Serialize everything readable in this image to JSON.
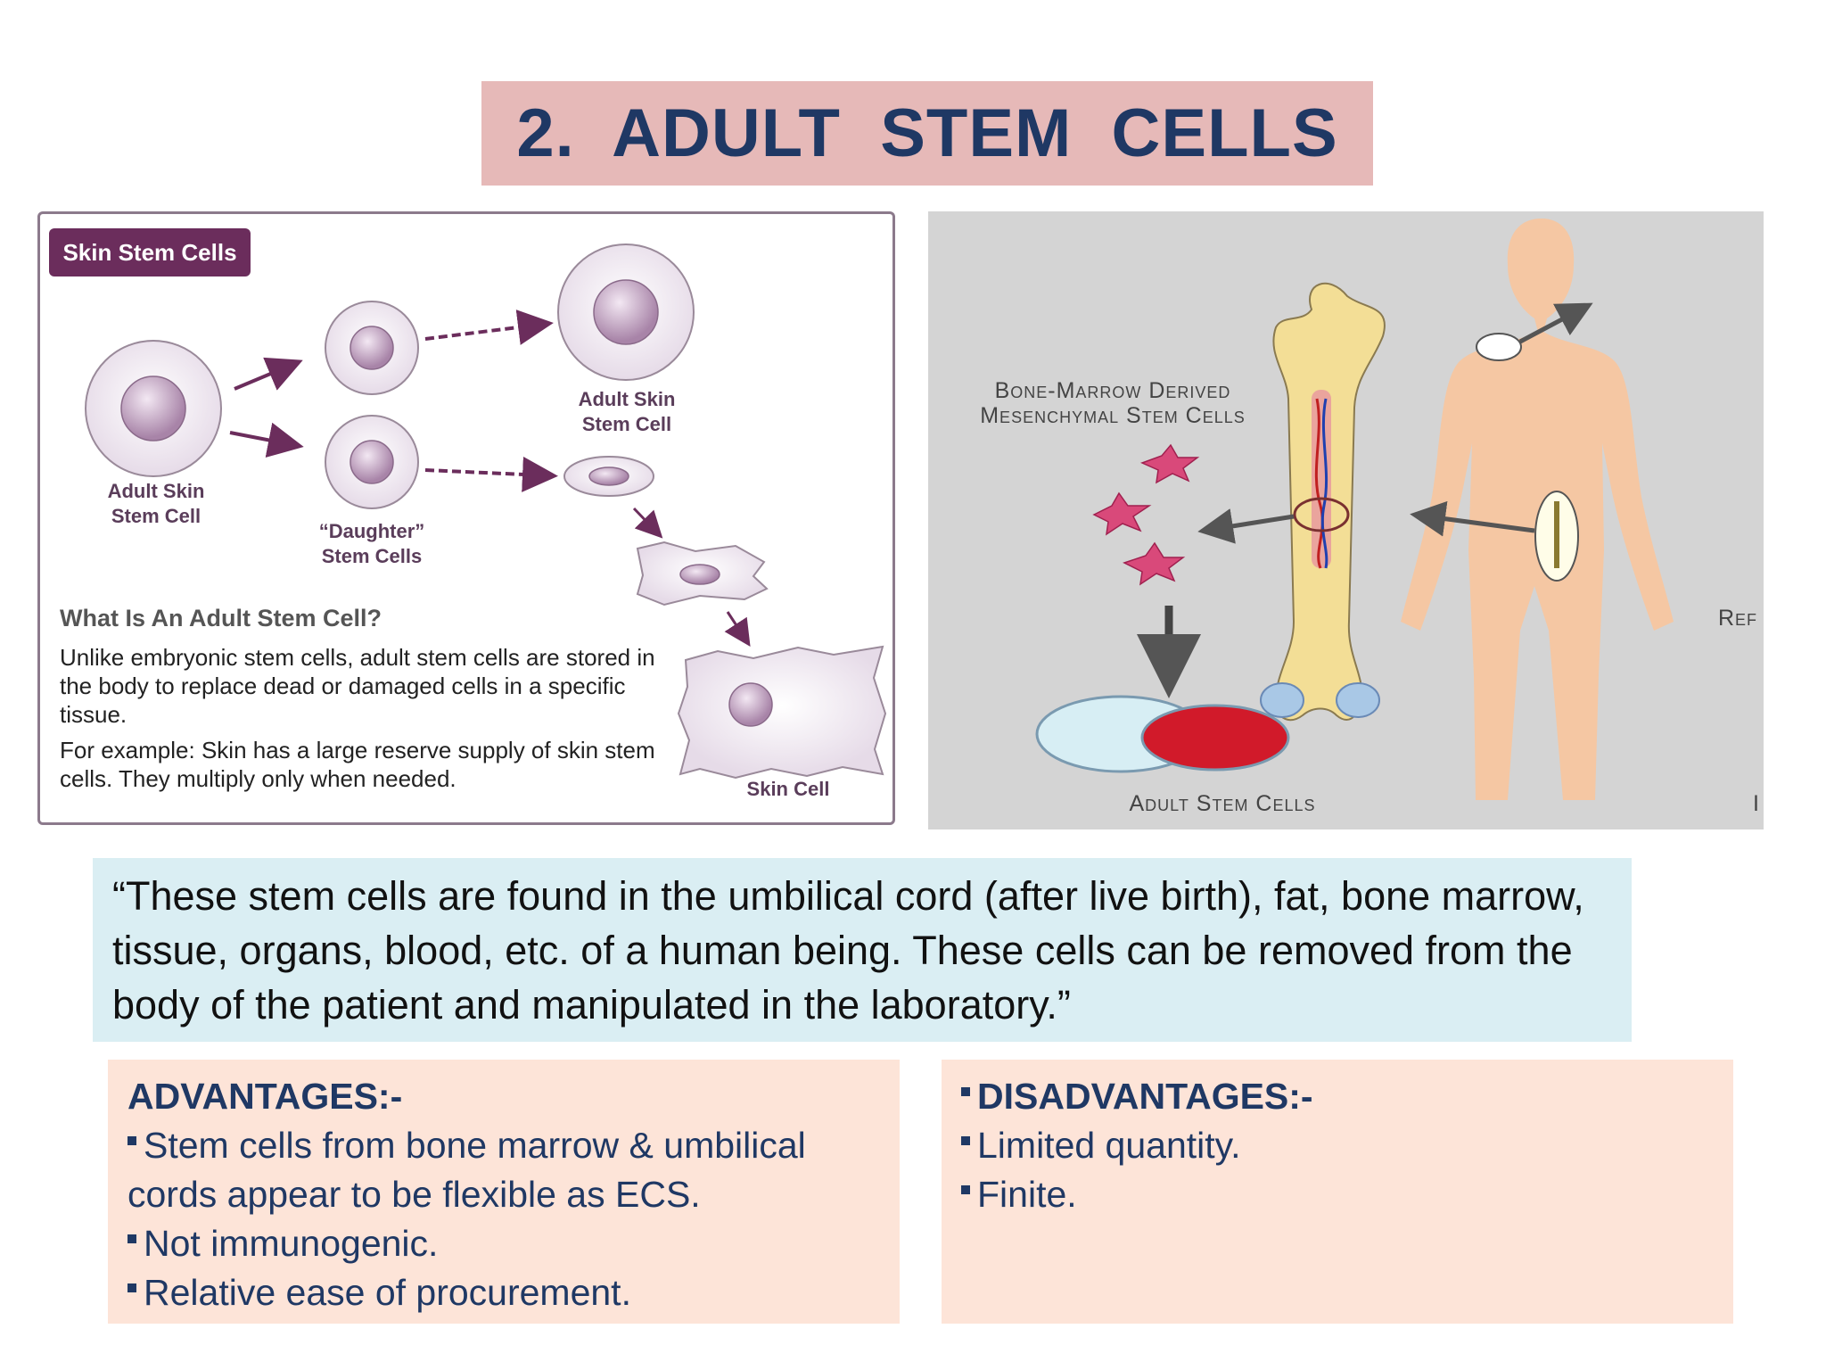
{
  "title": "2.  ADULT  STEM  CELLS",
  "left_figure": {
    "tag": "Skin Stem Cells",
    "labels": {
      "adult_left_1": "Adult Skin",
      "adult_left_2": "Stem Cell",
      "adult_top_1": "Adult Skin",
      "adult_top_2": "Stem Cell",
      "daughter_1": "“Daughter”",
      "daughter_2": "Stem Cells",
      "skin_cell": "Skin Cell"
    },
    "question": "What Is An Adult Stem Cell?",
    "para1": "Unlike embryonic stem cells, adult stem cells are stored in the body to replace dead or damaged cells in a specific tissue.",
    "para2": "For example: Skin has a large reserve supply of skin stem cells. They multiply only when needed."
  },
  "right_figure": {
    "label_line1": "Bone-Marrow Derived",
    "label_line2": "Mesenchymal Stem Cells",
    "bottom_label": "Adult Stem Cells",
    "edge_label_1": "Ref",
    "edge_label_2": "I"
  },
  "quote": "“These stem cells are found in the umbilical cord (after live birth), fat, bone marrow, tissue, organs, blood, etc. of a human being. These cells can be removed from the body of the patient and manipulated in the laboratory.”",
  "advantages": {
    "header": "ADVANTAGES:-",
    "items": [
      "Stem cells from bone marrow & umbilical cords appear to be flexible as ECS.",
      "Not immunogenic.",
      "Relative ease of procurement."
    ]
  },
  "disadvantages": {
    "header": "DISADVANTAGES:-",
    "items": [
      "Limited quantity.",
      "Finite."
    ]
  }
}
